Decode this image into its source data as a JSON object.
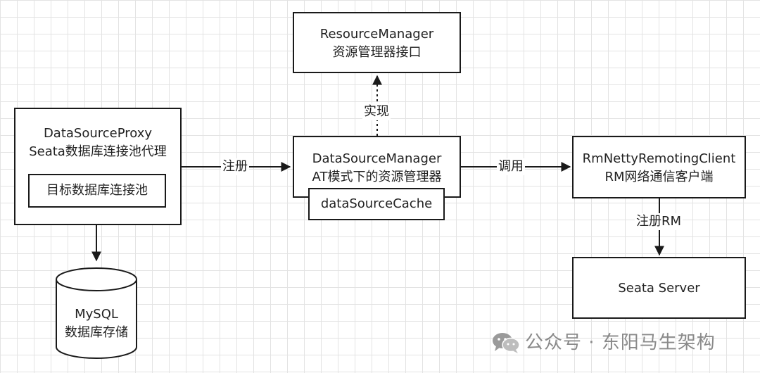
{
  "nodes": {
    "resource_manager": {
      "title": "ResourceManager",
      "subtitle": "资源管理器接口"
    },
    "datasource_proxy": {
      "title": "DataSourceProxy",
      "subtitle": "Seata数据库连接池代理",
      "inner": "目标数据库连接池"
    },
    "datasource_manager": {
      "title": "DataSourceManager",
      "subtitle": "AT模式下的资源管理器",
      "inner": "dataSourceCache"
    },
    "rm_client": {
      "title": "RmNettyRemotingClient",
      "subtitle": "RM网络通信客户端"
    },
    "seata_server": {
      "title": "Seata Server"
    },
    "mysql": {
      "title": "MySQL",
      "subtitle": "数据库存储"
    }
  },
  "edges": {
    "register": "注册",
    "implements": "实现",
    "invoke": "调用",
    "register_rm": "注册RM"
  },
  "watermark": {
    "text": "公众号 · 东阳马生架构",
    "icon": "wechat-icon"
  }
}
